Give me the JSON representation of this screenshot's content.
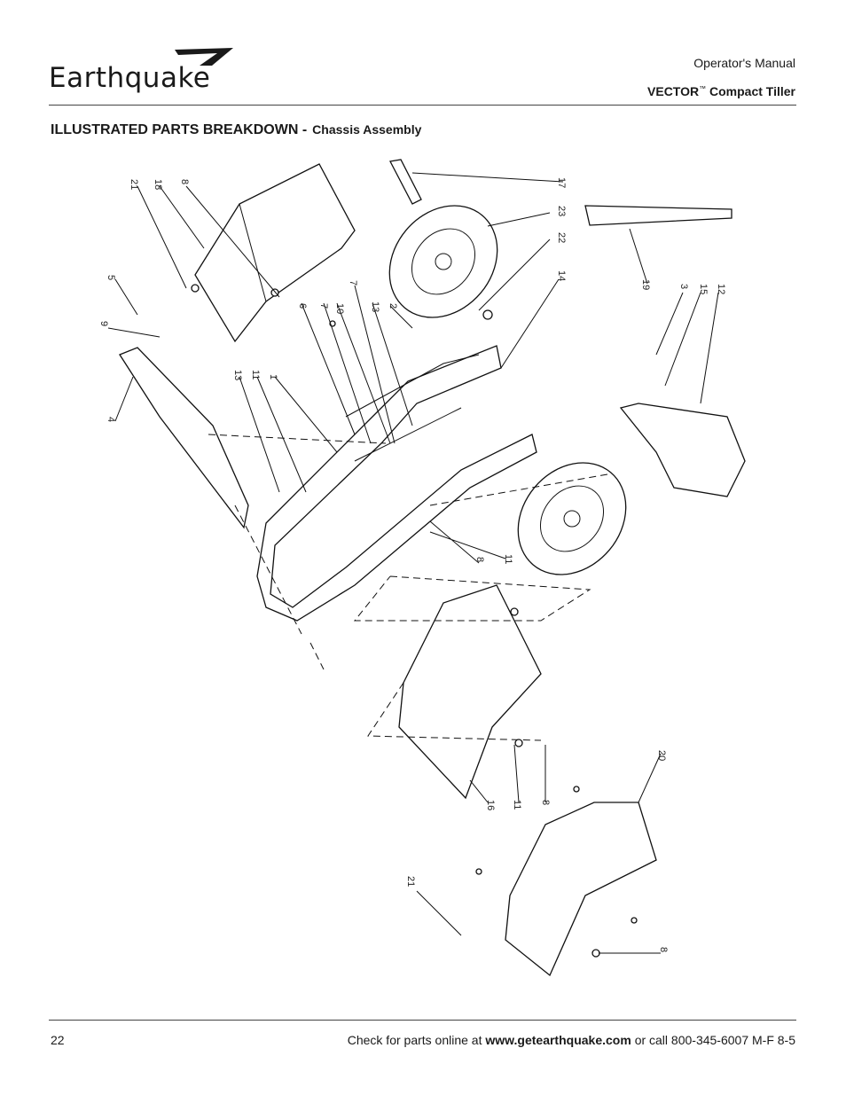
{
  "header": {
    "brand": "Earthquake",
    "manual_label": "Operator's Manual",
    "product_name": "VECTOR",
    "product_tm": "™",
    "product_suffix": "Compact Tiller"
  },
  "section": {
    "title": "ILLUSTRATED PARTS BREAKDOWN -",
    "subtitle": "Chassis Assembly"
  },
  "callouts": [
    "21",
    "18",
    "8",
    "17",
    "23",
    "22",
    "14",
    "5",
    "9",
    "4",
    "6",
    "7",
    "10",
    "7",
    "13",
    "2",
    "13",
    "11",
    "1",
    "19",
    "3",
    "15",
    "12",
    "8",
    "11",
    "16",
    "11",
    "8",
    "20",
    "21",
    "8"
  ],
  "footer": {
    "page_number": "22",
    "text_prefix": "Check for parts online at",
    "url": "www.getearthquake.com",
    "text_suffix": "or call 800-345-6007 M-F 8-5"
  }
}
